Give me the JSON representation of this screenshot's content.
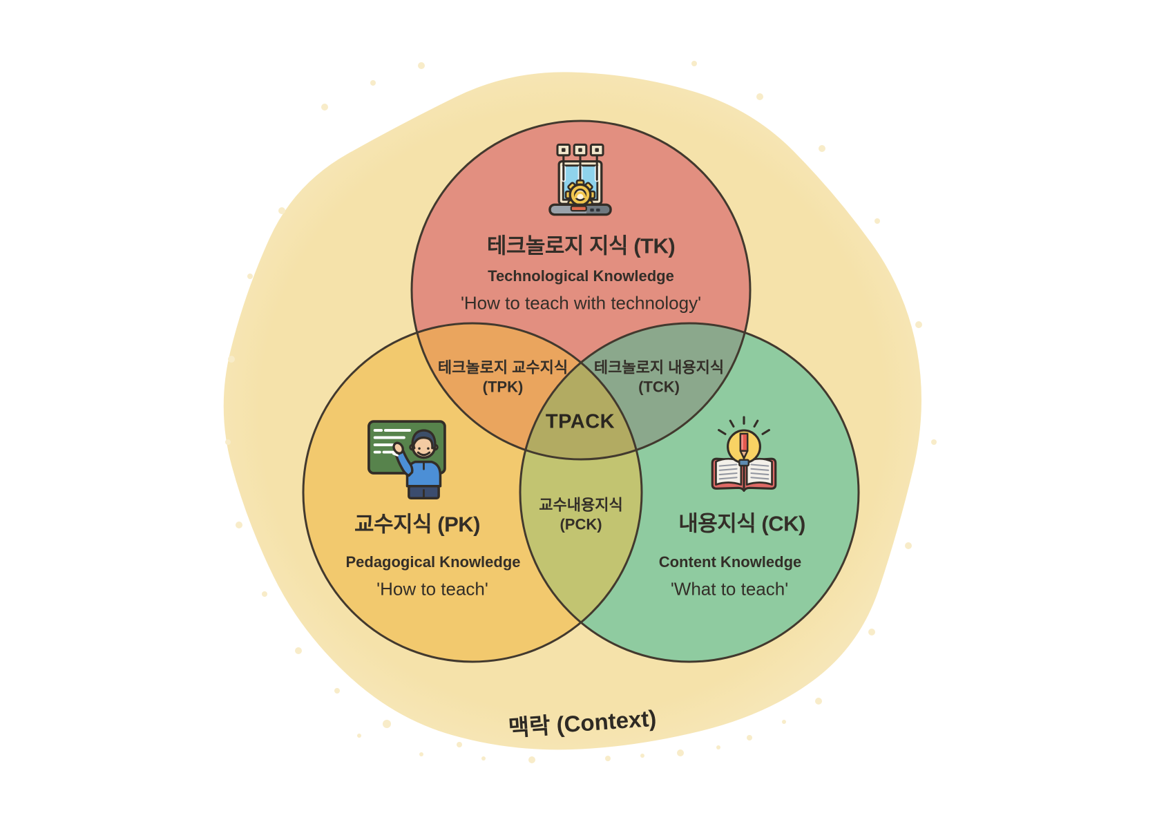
{
  "diagram": {
    "context_label": "맥락 (Context)",
    "center_label": "TPACK",
    "circles": {
      "tk": {
        "title": "테크놀로지 지식 (TK)",
        "subtitle": "Technological Knowledge",
        "quote": "'How to teach with technology'",
        "icon": "laptop-gear-icon"
      },
      "pk": {
        "title": "교수지식 (PK)",
        "subtitle": "Pedagogical Knowledge",
        "quote": "'How to teach'",
        "icon": "teacher-blackboard-icon"
      },
      "ck": {
        "title": "내용지식 (CK)",
        "subtitle": "Content Knowledge",
        "quote": "'What to teach'",
        "icon": "book-lightbulb-icon"
      }
    },
    "overlaps": {
      "tpk": {
        "line1": "테크놀로지 교수지식",
        "line2": "(TPK)"
      },
      "tck": {
        "line1": "테크놀로지 내용지식",
        "line2": "(TCK)"
      },
      "pck": {
        "line1": "교수내용지식",
        "line2": "(PCK)"
      }
    },
    "colors": {
      "blob_inner": "#F5E2AA",
      "blob_outer": "#F8ECC9",
      "tk_fill": "#E28F80",
      "pk_fill": "#F2C96E",
      "ck_fill": "#8FCBA0",
      "tpk_fill": "#EAA55E",
      "tck_fill": "#8BA88C",
      "pck_fill": "#C2C471",
      "tpack_fill": "#B2AB62",
      "outline": "#42392E",
      "text": "#332E28"
    }
  }
}
